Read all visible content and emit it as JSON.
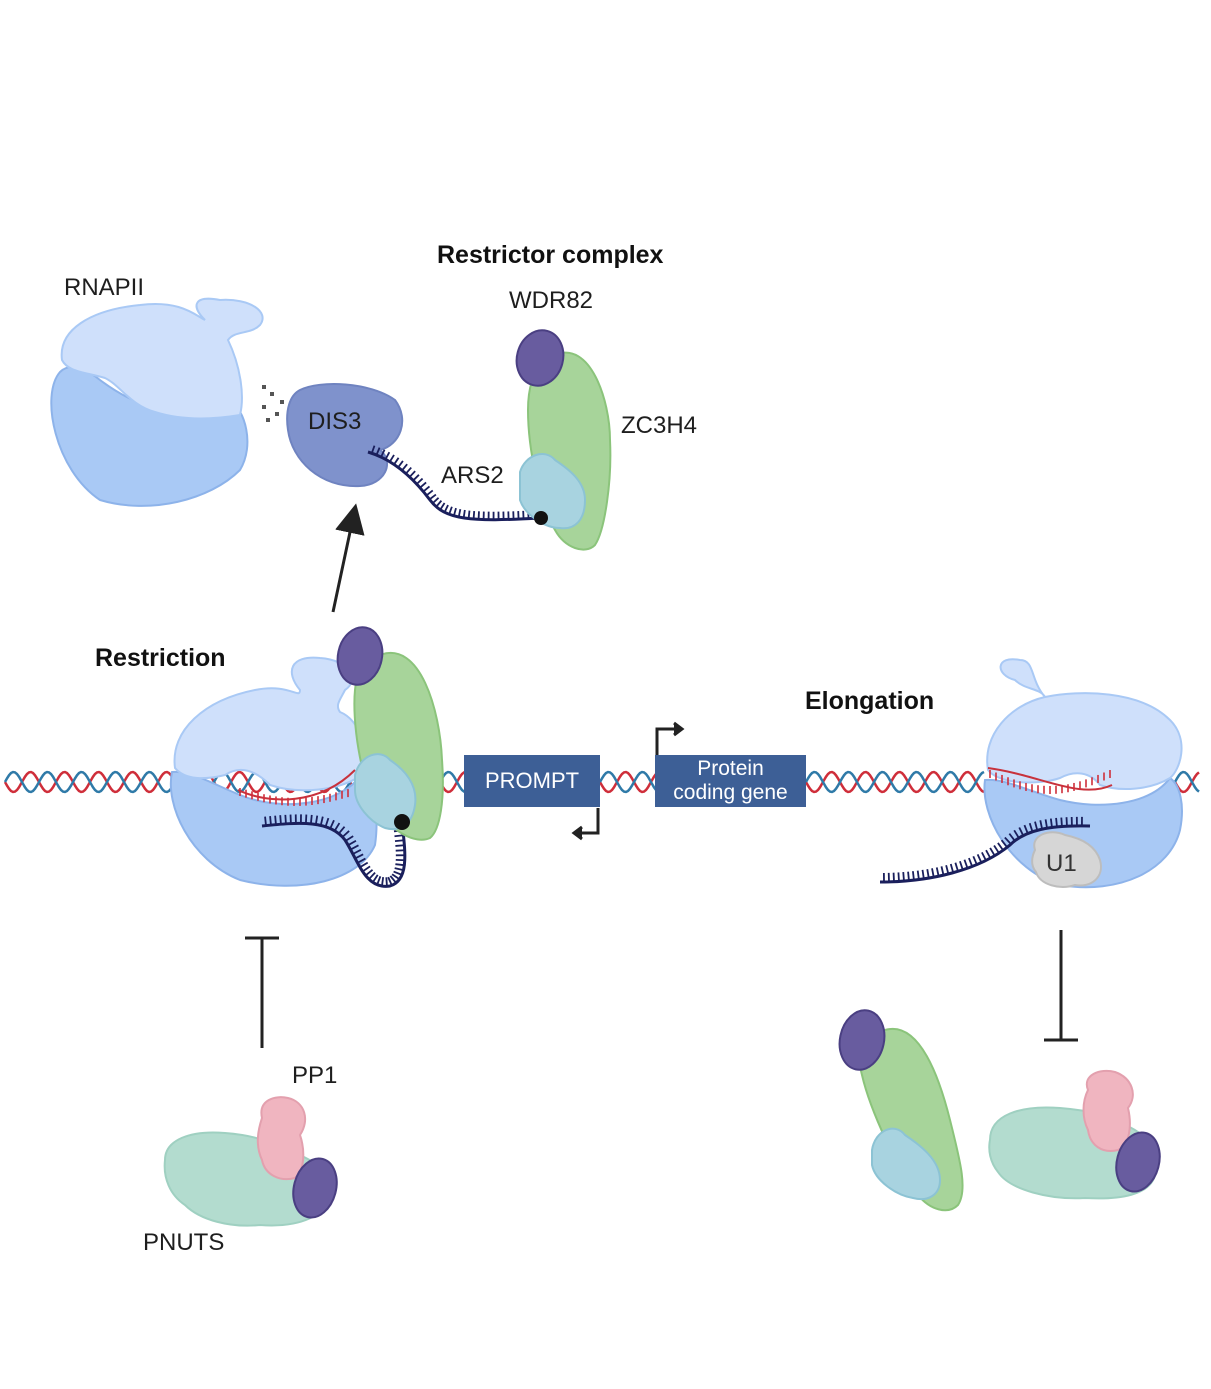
{
  "labels": {
    "restrictor_complex": "Restrictor complex",
    "rnapii": "RNAPII",
    "wdr82": "WDR82",
    "dis3": "DIS3",
    "zc3h4": "ZC3H4",
    "ars2": "ARS2",
    "restriction": "Restriction",
    "elongation": "Elongation",
    "prompt": "PROMPT",
    "protein_line1": "Protein",
    "protein_line2": "coding gene",
    "u1": "U1",
    "pp1": "PP1",
    "pnuts": "PNUTS"
  },
  "colors": {
    "rnapii_light": "#cfe0fb",
    "rnapii_dark": "#a9c9f5",
    "dis3": "#7f92cc",
    "zc3h4": "#a7d49a",
    "wdr82": "#685c9f",
    "ars2": "#a8d3e0",
    "pnuts": "#b3dccf",
    "pp1": "#f0b5c0",
    "u1": "#d6d6d6",
    "rna": "#1a1f5c",
    "gene_box": "#3d5f96",
    "dna_red": "#cf2e3a",
    "dna_blue": "#2f7aa8"
  }
}
